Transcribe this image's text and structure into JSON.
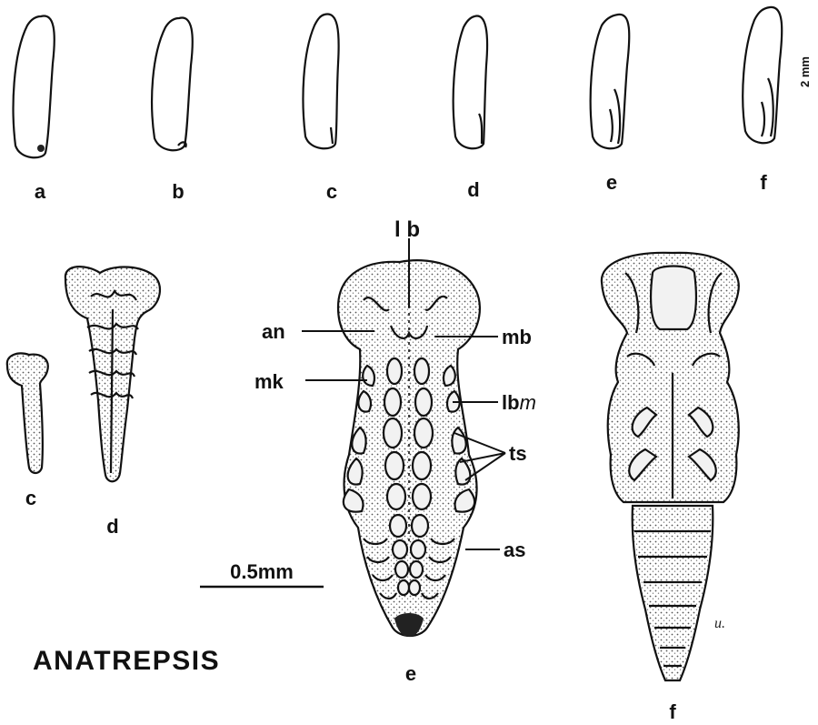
{
  "eggs": {
    "labels": [
      "a",
      "b",
      "c",
      "d",
      "e",
      "f"
    ],
    "scale": "2 mm"
  },
  "stages": {
    "c": "c",
    "d": "d",
    "e": "e",
    "f": "f"
  },
  "annotations": {
    "lb": "l b",
    "an": "an",
    "mb": "mb",
    "mk": "mk",
    "lbm": "lb",
    "lbm_italic": "m",
    "ts": "ts",
    "as": "as"
  },
  "scale_bar": "0.5mm",
  "caption": "ANATREPSIS",
  "signature": "u."
}
